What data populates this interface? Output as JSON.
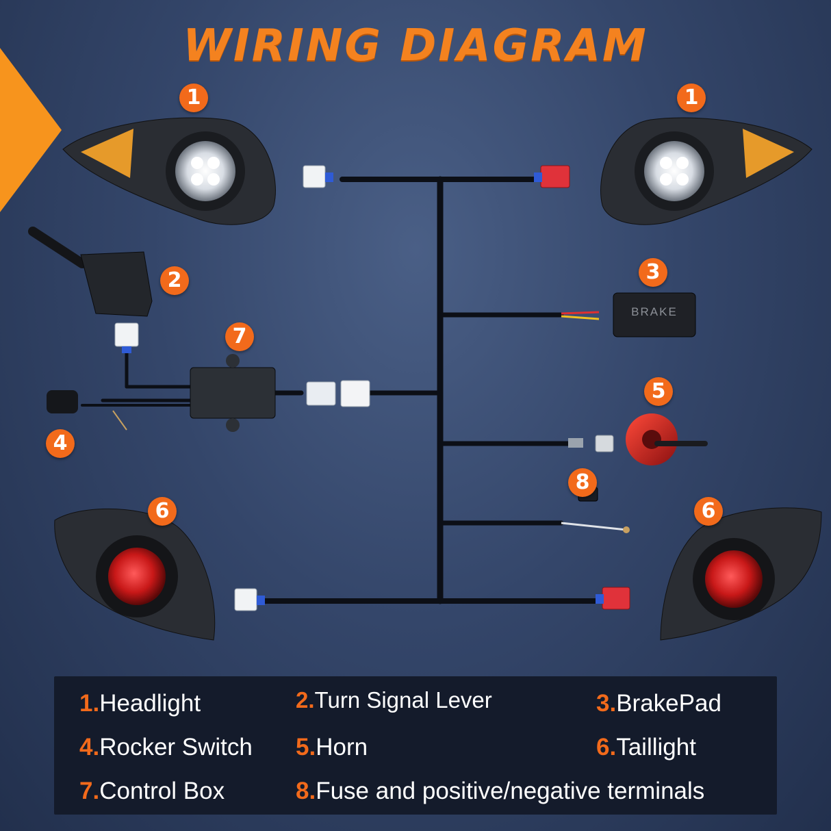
{
  "title": "WIRING DIAGRAM",
  "accent_color": "#f26a1b",
  "brake_pad_text": "BRAKE",
  "badges": [
    "1",
    "1",
    "2",
    "3",
    "7",
    "5",
    "4",
    "8",
    "6",
    "6"
  ],
  "legend": [
    {
      "num": "1.",
      "label": "Headlight"
    },
    {
      "num": "2.",
      "label": "Turn Signal Lever"
    },
    {
      "num": "3.",
      "label": "BrakePad"
    },
    {
      "num": "4.",
      "label": "Rocker Switch"
    },
    {
      "num": "5.",
      "label": "Horn"
    },
    {
      "num": "6.",
      "label": "Taillight"
    },
    {
      "num": "7.",
      "label": "Control Box"
    },
    {
      "num": "8.",
      "label": "Fuse and positive/negative terminals"
    }
  ]
}
